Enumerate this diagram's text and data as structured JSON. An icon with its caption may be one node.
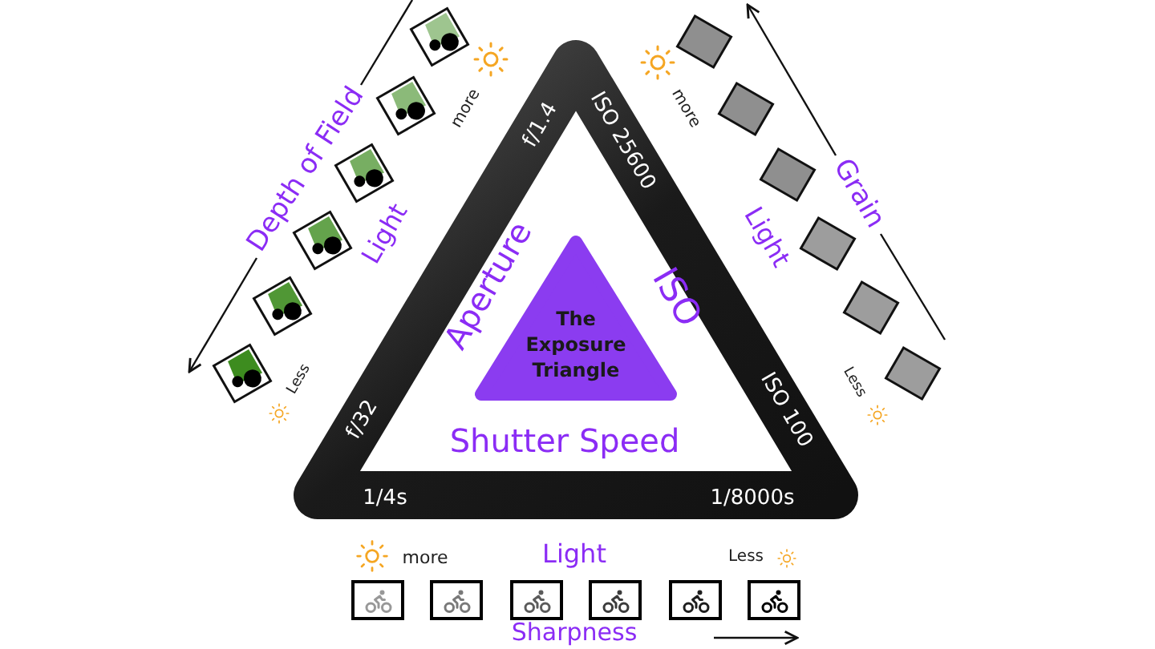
{
  "diagram": {
    "nodes": [
      {
        "text": [
          "The Exposure Triangle"
        ]
      }
    ],
    "labels": [
      "Depth of Field",
      "Light",
      "more",
      "Less",
      "f/1.4",
      "f/32",
      "Aperture",
      "ISO 25600",
      "ISO",
      "ISO 100",
      "Shutter Speed",
      "1/4s",
      "1/8000s",
      "more",
      "Light",
      "Less",
      "Grain",
      "more",
      "Light",
      "Less",
      "Sharpness"
    ]
  }
}
